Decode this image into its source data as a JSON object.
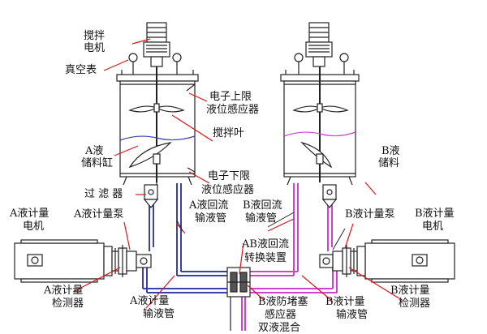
{
  "labels": {
    "stirrer_motor_line1": "搅拌",
    "stirrer_motor_line2": "电机",
    "vacuum_gauge": "真空表",
    "upper_sensor_line1": "电子上限",
    "upper_sensor_line2": "液位感应器",
    "stirring_blade": "搅拌叶",
    "tank_a_line1": "A液",
    "tank_a_line2": "储料缸",
    "tank_b_line1": "B液",
    "tank_b_line2": "储料",
    "lower_sensor_line1": "电子下限",
    "lower_sensor_line2": "液位感应器",
    "filter": "过 滤 器",
    "a_return_line1": "A液回流",
    "a_return_line2": "输液管",
    "b_return_line1": "B液回流",
    "b_return_line2": "输液管",
    "a_motor_line1": "A液计量",
    "a_motor_line2": "电机",
    "a_pump": "A液计量泵",
    "b_pump": "B液计量泵",
    "b_motor_line1": "B液计量",
    "b_motor_line2": "电机",
    "ab_switch_line1": "AB液回流",
    "ab_switch_line2": "转换装置",
    "a_detector_line1": "A液计量",
    "a_detector_line2": "检测器",
    "a_feed_line1": "A液计量",
    "a_feed_line2": "输液管",
    "b_clog_line1": "B液防堵塞",
    "b_clog_line2": "感应器",
    "b_feed_line1": "B液计量",
    "b_feed_line2": "输液管",
    "b_detector_line1": "B液计量",
    "b_detector_line2": "检测器",
    "mixer_partial": "双液混合"
  },
  "colors": {
    "a_line": "#3b3fa8",
    "b_line": "#cc44cc",
    "red_leader": "#d81818",
    "outline": "#222222"
  }
}
